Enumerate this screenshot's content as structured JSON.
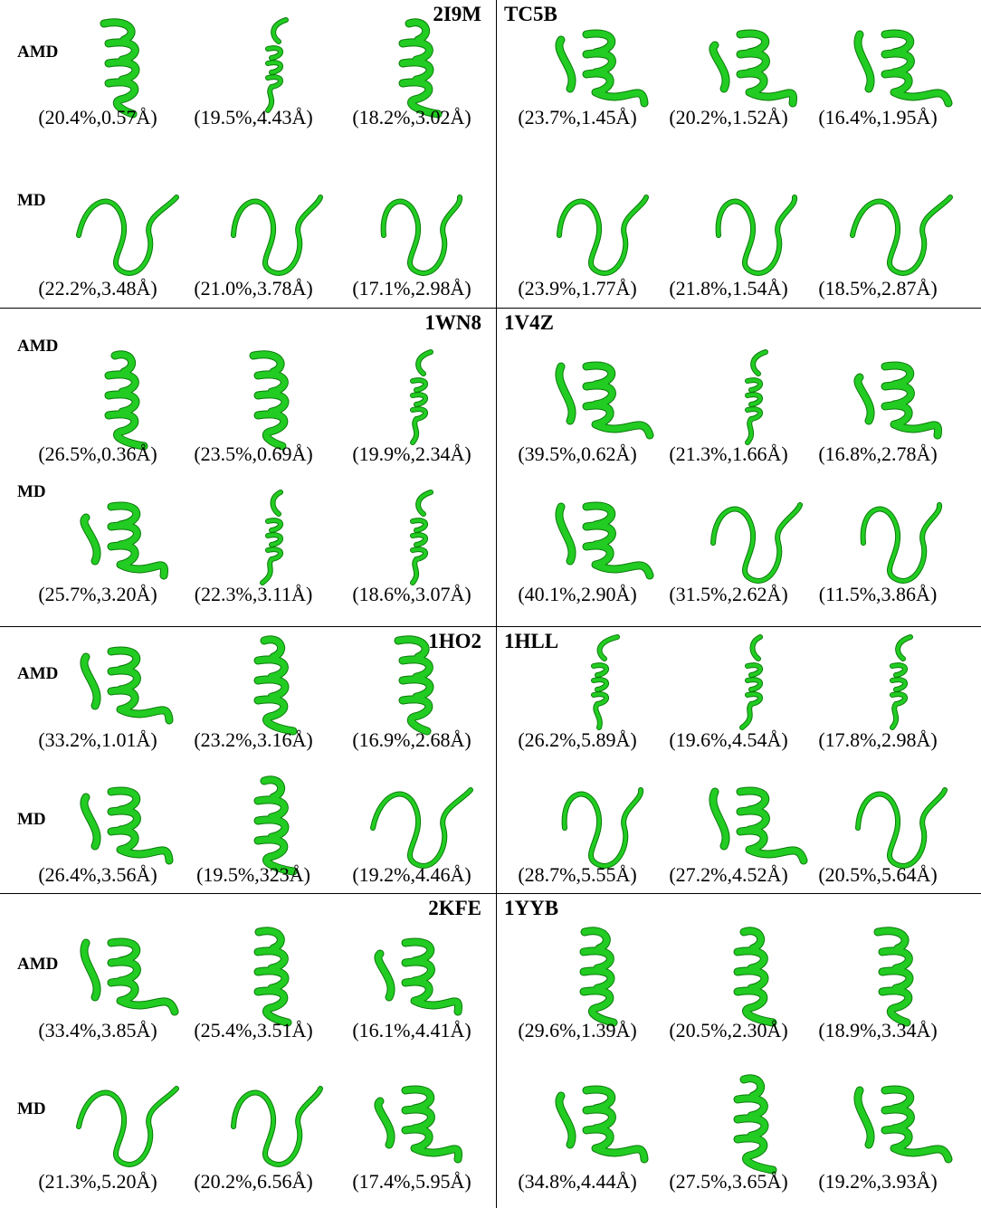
{
  "colors": {
    "structure": "#22cc22",
    "structure_dark": "#0a7a0a",
    "lines": "#000000"
  },
  "labels": {
    "amd": "AMD",
    "md": "MD"
  },
  "panels": [
    {
      "id": "2I9M",
      "amd": [
        {
          "caption": "(20.4%,0.57Å)",
          "shape": "helix"
        },
        {
          "caption": "(19.5%,4.43Å)",
          "shape": "thin-helix"
        },
        {
          "caption": "(18.2%,3.02Å)",
          "shape": "helix"
        }
      ],
      "md": [
        {
          "caption": "(22.2%,3.48Å)",
          "shape": "coil"
        },
        {
          "caption": "(21.0%,3.78Å)",
          "shape": "coil"
        },
        {
          "caption": "(17.1%,2.98Å)",
          "shape": "coil"
        }
      ]
    },
    {
      "id": "TC5B",
      "amd": [
        {
          "caption": "(23.7%,1.45Å)",
          "shape": "helix-loop"
        },
        {
          "caption": "(20.2%,1.52Å)",
          "shape": "helix-loop"
        },
        {
          "caption": "(16.4%,1.95Å)",
          "shape": "helix-loop"
        }
      ],
      "md": [
        {
          "caption": "(23.9%,1.77Å)",
          "shape": "coil"
        },
        {
          "caption": "(21.8%,1.54Å)",
          "shape": "coil"
        },
        {
          "caption": "(18.5%,2.87Å)",
          "shape": "coil"
        }
      ]
    },
    {
      "id": "1WN8",
      "amd": [
        {
          "caption": "(26.5%,0.36Å)",
          "shape": "helix"
        },
        {
          "caption": "(23.5%,0.69Å)",
          "shape": "helix"
        },
        {
          "caption": "(19.9%,2.34Å)",
          "shape": "thin-helix"
        }
      ],
      "md": [
        {
          "caption": "(25.7%,3.20Å)",
          "shape": "helix-loop"
        },
        {
          "caption": "(22.3%,3.11Å)",
          "shape": "thin-helix"
        },
        {
          "caption": "(18.6%,3.07Å)",
          "shape": "thin-helix"
        }
      ]
    },
    {
      "id": "1V4Z",
      "amd": [
        {
          "caption": "(39.5%,0.62Å)",
          "shape": "helix-loop"
        },
        {
          "caption": "(21.3%,1.66Å)",
          "shape": "thin-helix"
        },
        {
          "caption": "(16.8%,2.78Å)",
          "shape": "helix-loop"
        }
      ],
      "md": [
        {
          "caption": "(40.1%,2.90Å)",
          "shape": "helix-loop"
        },
        {
          "caption": "(31.5%,2.62Å)",
          "shape": "coil"
        },
        {
          "caption": "(11.5%,3.86Å)",
          "shape": "coil"
        }
      ]
    },
    {
      "id": "1HO2",
      "amd": [
        {
          "caption": "(33.2%,1.01Å)",
          "shape": "helix-loop"
        },
        {
          "caption": "(23.2%,3.16Å)",
          "shape": "helix"
        },
        {
          "caption": "(16.9%,2.68Å)",
          "shape": "helix"
        }
      ],
      "md": [
        {
          "caption": "(26.4%,3.56Å)",
          "shape": "helix-loop"
        },
        {
          "caption": "(19.5%,323Å)",
          "shape": "helix"
        },
        {
          "caption": "(19.2%,4.46Å)",
          "shape": "coil"
        }
      ]
    },
    {
      "id": "1HLL",
      "amd": [
        {
          "caption": "(26.2%,5.89Å)",
          "shape": "thin-helix"
        },
        {
          "caption": "(19.6%,4.54Å)",
          "shape": "thin-helix"
        },
        {
          "caption": "(17.8%,2.98Å)",
          "shape": "thin-helix"
        }
      ],
      "md": [
        {
          "caption": "(28.7%,5.55Å)",
          "shape": "coil"
        },
        {
          "caption": "(27.2%,4.52Å)",
          "shape": "helix-loop"
        },
        {
          "caption": "(20.5%,5.64Å)",
          "shape": "coil"
        }
      ]
    },
    {
      "id": "2KFE",
      "amd": [
        {
          "caption": "(33.4%,3.85Å)",
          "shape": "helix-loop"
        },
        {
          "caption": "(25.4%,3.51Å)",
          "shape": "helix"
        },
        {
          "caption": "(16.1%,4.41Å)",
          "shape": "helix-loop"
        }
      ],
      "md": [
        {
          "caption": "(21.3%,5.20Å)",
          "shape": "coil"
        },
        {
          "caption": "(20.2%,6.56Å)",
          "shape": "coil"
        },
        {
          "caption": "(17.4%,5.95Å)",
          "shape": "helix-loop"
        }
      ]
    },
    {
      "id": "1YYB",
      "amd": [
        {
          "caption": "(29.6%,1.39Å)",
          "shape": "helix"
        },
        {
          "caption": "(20.5%,2.30Å)",
          "shape": "helix"
        },
        {
          "caption": "(18.9%,3.34Å)",
          "shape": "helix"
        }
      ],
      "md": [
        {
          "caption": "(34.8%,4.44Å)",
          "shape": "helix-loop"
        },
        {
          "caption": "(27.5%,3.65Å)",
          "shape": "helix"
        },
        {
          "caption": "(19.2%,3.93Å)",
          "shape": "helix-loop"
        }
      ]
    }
  ]
}
